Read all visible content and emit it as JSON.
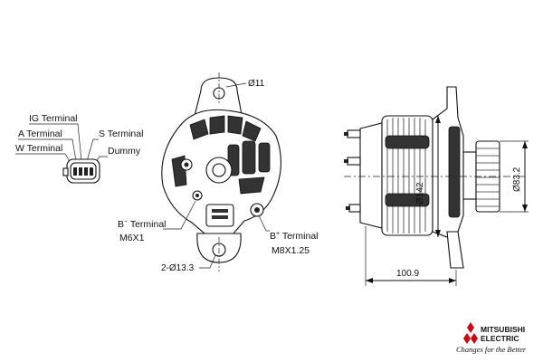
{
  "connector_labels": {
    "ig_terminal": "IG Terminal",
    "a_terminal": "A Terminal",
    "w_terminal": "W Terminal",
    "s_terminal": "S Terminal",
    "dummy": "Dummy"
  },
  "front_view_labels": {
    "b_minus_terminal_prefix": "B",
    "b_minus_superscript": "−",
    "b_minus_terminal_suffix": " Terminal",
    "b_minus_thread": "M6X1",
    "b_plus_terminal_prefix": "B",
    "b_plus_superscript": "+",
    "b_plus_terminal_suffix": " Terminal",
    "b_plus_thread": "M8X1.25",
    "hole_top": "Ø11",
    "hole_bottom": "2-Ø13.3"
  },
  "side_view_labels": {
    "body_diameter": "Ø142",
    "pulley_diameter": "Ø83.2",
    "length": "100.9"
  },
  "brand": {
    "name_line1": "MITSUBISHI",
    "name_line2": "ELECTRIC",
    "tagline": "Changes for the Better",
    "logo_color": "#d7000f"
  }
}
